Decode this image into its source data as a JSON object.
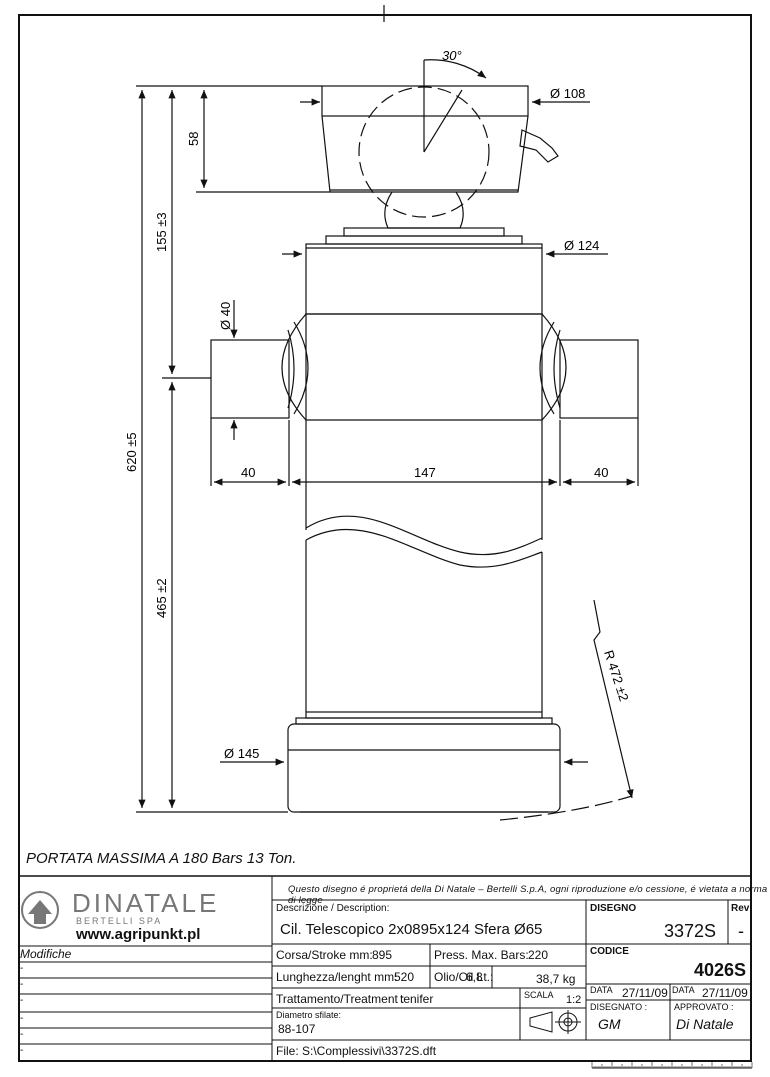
{
  "drawing": {
    "angle_label": "30°",
    "dia_top": "Ø 108",
    "dia_body": "Ø 124",
    "dia_trunnion": "Ø 40",
    "dia_base": "Ø 145",
    "dim_58": "58",
    "dim_155": "155 ±3",
    "dim_620": "620 ±5",
    "dim_465": "465 ±2",
    "dim_40_left": "40",
    "dim_147": "147",
    "dim_40_right": "40",
    "radius": "R 472 ±2"
  },
  "caption": "PORTATA MASSIMA A 180 Bars  13 Ton.",
  "title_block": {
    "logo_text": "DINATALE",
    "logo_sub": "BERTELLI SPA",
    "website": "www.agripunkt.pl",
    "copyright_note": "Questo disegno é proprietá della Di Natale – Bertelli S.p.A, ogni riproduzione e/o cessione, é vietata a norma di legge",
    "desc_label": "Descrizione / Description:",
    "desc_value": "Cil. Telescopico 2x0895x124 Sfera Ø65",
    "disegno_label": "DISEGNO",
    "disegno_value": "3372S",
    "rev_label": "Rev",
    "rev_value": "-",
    "modifiche_label": "Modifiche",
    "mod_rows": [
      "-",
      "-",
      "-",
      "-",
      "-",
      "-"
    ],
    "stroke_label": "Corsa/Stroke mm:",
    "stroke_value": "895",
    "press_label": "Press. Max. Bars:",
    "press_value": "220",
    "codice_label": "CODICE",
    "codice_value": "4026S",
    "length_label": "Lunghezza/lenght mm:",
    "length_value": "520",
    "oil_label": "Olio/Oil Lt.:",
    "oil_value": "6,8",
    "weight_value": "38,7 kg",
    "data_label_1": "DATA",
    "data_value_1": "27/11/09",
    "data_label_2": "DATA",
    "data_value_2": "27/11/09",
    "treatment_label": "Trattamento/Treatment :",
    "treatment_value": "tenifer",
    "scala_label": "SCALA",
    "scala_value": "1:2",
    "disegnato_label": "DISEGNATO :",
    "disegnato_value": "GM",
    "approvato_label": "APPROVATO :",
    "approvato_value": "Di Natale",
    "diam_sfilate_label": "Diametro sfilate:",
    "diam_sfilate_value": "88-107",
    "file_label": "File: S:\\Complessivi\\3372S.dft"
  },
  "colors": {
    "line": "#111111",
    "background": "#ffffff",
    "logo_gray": "#777777"
  }
}
